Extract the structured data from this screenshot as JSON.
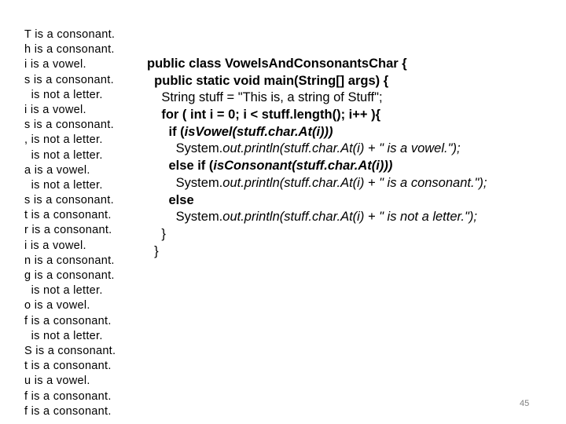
{
  "output_lines": [
    "T is a consonant.",
    "h is a consonant.",
    "i is a vowel.",
    "s is a consonant.",
    "  is not a letter.",
    "i is a vowel.",
    "s is a consonant.",
    ", is not a letter.",
    "  is not a letter.",
    "a is a vowel.",
    "  is not a letter.",
    "s is a consonant.",
    "t is a consonant.",
    "r is a consonant.",
    "i is a vowel.",
    "n is a consonant.",
    "g is a consonant.",
    "  is not a letter.",
    "o is a vowel.",
    "f is a consonant.",
    "  is not a letter.",
    "S is a consonant.",
    "t is a consonant.",
    "u is a vowel.",
    "f is a consonant.",
    "f is a consonant."
  ],
  "code_lines": [
    [
      {
        "text": "public class VowelsAndConsonantsChar {",
        "style": "bold"
      }
    ],
    [
      {
        "text": "  public static void main(String[] args) {",
        "style": "bold"
      }
    ],
    [
      {
        "text": "    String stuff = \"This is, a string of Stuff\";",
        "style": "normal"
      }
    ],
    [
      {
        "text": "    for ( int i = 0; i < stuff.length(); i++ ){",
        "style": "bold"
      }
    ],
    [
      {
        "text": "      if (",
        "style": "bold"
      },
      {
        "text": "isVowel(stuff.char.At(i)))",
        "style": "bold-italic"
      }
    ],
    [
      {
        "text": "        System.",
        "style": "normal"
      },
      {
        "text": "out.println(stuff.char.At(i) + \" is a vowel.\");",
        "style": "italic"
      }
    ],
    [
      {
        "text": "      else if (",
        "style": "bold"
      },
      {
        "text": "isConsonant(stuff.char.At(i)))",
        "style": "bold-italic"
      }
    ],
    [
      {
        "text": "        System.",
        "style": "normal"
      },
      {
        "text": "out.println(stuff.char.At(i) + \" is a consonant.\");",
        "style": "italic"
      }
    ],
    [
      {
        "text": "      else",
        "style": "bold"
      }
    ],
    [
      {
        "text": "        System.",
        "style": "normal"
      },
      {
        "text": "out.println(stuff.char.At(i) + \" is not a letter.\");",
        "style": "italic"
      }
    ],
    [
      {
        "text": "    }",
        "style": "normal"
      }
    ],
    [
      {
        "text": "  }",
        "style": "normal"
      }
    ]
  ],
  "page_number": "45"
}
